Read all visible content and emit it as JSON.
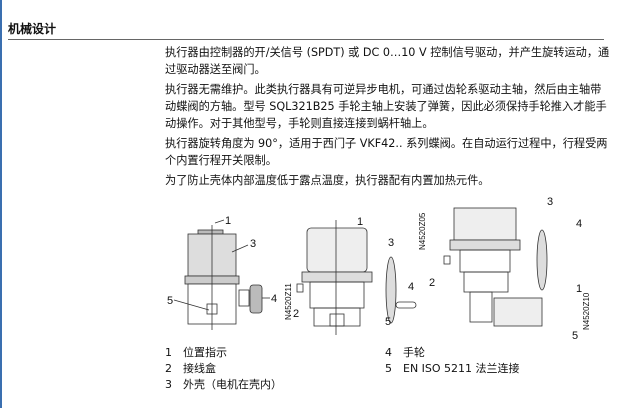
{
  "section_title": "机械设计",
  "paragraphs": [
    "执行器由控制器的开/关信号 (SPDT) 或 DC 0…10 V 控制信号驱动，并产生旋转运动，通过驱动器送至阀门。",
    "执行器无需维护。此类执行器具有可逆异步电机，可通过齿轮系驱动主轴，然后由主轴带动蝶阀的方轴。型号 SQL321B25 手轮主轴上安装了弹簧，因此必须保持手轮推入才能手动操作。对于其他型号，手轮则直接连接到蜗杆轴上。",
    "执行器旋转角度为 90°，适用于西门子 VKF42.. 系列蝶阀。在自动运行过程中，行程受两个内置行程开关限制。",
    "为了防止壳体内部温度低于露点温度，执行器配有内置加热元件。"
  ],
  "figure": {
    "codes": [
      "N4520Z11",
      "N4520Z05",
      "N4520Z10"
    ],
    "callouts": [
      "1",
      "2",
      "3",
      "4",
      "5"
    ]
  },
  "legend": [
    {
      "num": "1",
      "text": "位置指示"
    },
    {
      "num": "2",
      "text": "接线盒"
    },
    {
      "num": "3",
      "text": "外壳（电机在壳内）"
    },
    {
      "num": "4",
      "text": "手轮"
    },
    {
      "num": "5",
      "text": "EN ISO 5211 法兰连接"
    }
  ]
}
